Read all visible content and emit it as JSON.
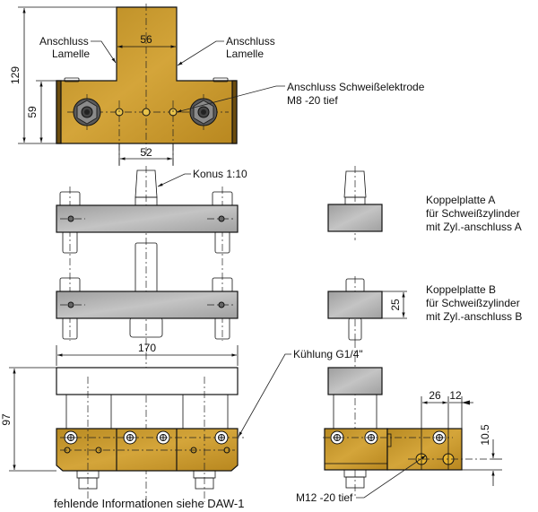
{
  "title": "Technische Zeichnung Schweißelektrodenhalter mit Koppelplatten",
  "colors": {
    "brass": "#c9992e",
    "brass_dark": "#8a6414",
    "steel": "#b5b5b5",
    "steel_dark": "#5e5e5e",
    "cylinder_red": "#d81818",
    "line": "#111111"
  },
  "top_view": {
    "labels": {
      "anschluss_lamelle_left": [
        "Anschluss",
        "Lamelle"
      ],
      "anschluss_lamelle_right": [
        "Anschluss",
        "Lamelle"
      ],
      "schweisselektrode": [
        "Anschluss Schweißelektrode",
        "M8 -20 tief"
      ]
    },
    "dimensions": {
      "total_height": "129",
      "block_height": "59",
      "neck_width": "56",
      "hole_spacing": "52"
    }
  },
  "coupling_plates": {
    "konus_label": "Konus 1:10",
    "plate_a": [
      "Koppelplatte A",
      "für Schweißzylinder",
      "mit Zyl.-anschluss A"
    ],
    "plate_b": [
      "Koppelplatte B",
      "für Schweißzylinder",
      "mit Zyl.-anschluss B"
    ],
    "plate_b_thickness": "25"
  },
  "bottom_view": {
    "width_dim": "170",
    "height_dim": "97",
    "kuehlung_label": "Kühlung G1/4\"",
    "side_dims": {
      "d26": "26",
      "d12": "12",
      "d10_5": "10.5"
    },
    "m12_label": "M12 -20 tief",
    "footer_note": "fehlende Informationen siehe DAW-1"
  }
}
